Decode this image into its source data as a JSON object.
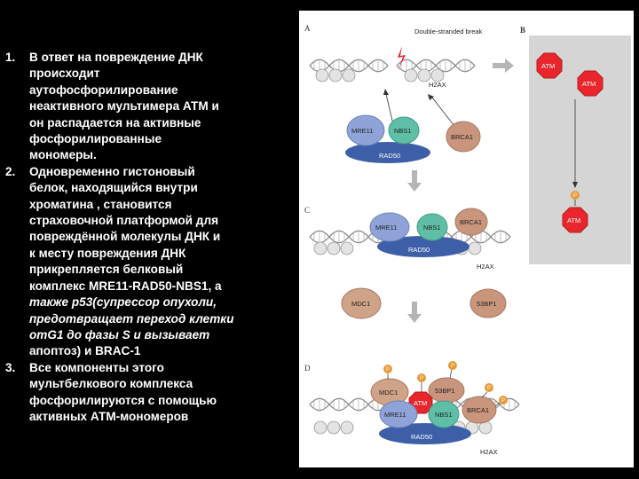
{
  "list": [
    {
      "num": "1.",
      "lines": [
        {
          "text": "В ответ на повреждение ДНК"
        },
        {
          "text": "происходит"
        },
        {
          "text": "аутофосфорилирование"
        },
        {
          "text": "неактивного мультимера АТМ и"
        },
        {
          "text": "он распадается на активные"
        },
        {
          "text": "фосфорилированные"
        },
        {
          "text": "мономеры."
        }
      ]
    },
    {
      "num": "2.",
      "lines": [
        {
          "text": "Одновременно гистоновый"
        },
        {
          "text": "белок, находящийся внутри"
        },
        {
          "text": "хроматина , становится"
        },
        {
          "text": "страховочной платформой для"
        },
        {
          "text": "повреждённой молекулы ДНК и"
        },
        {
          "text": "к месту повреждения ДНК"
        },
        {
          "text": "прикрепляется белковый"
        },
        {
          "text": "комплекс MRE11-RAD50-NBS1, а"
        },
        {
          "text": "также р53(супрессор опухоли,",
          "italic": true
        },
        {
          "text": "предотвращает переход клетки",
          "italic": true
        },
        {
          "text": "отG1 до фазы S и вызывает",
          "italic": true
        },
        {
          "text": "апоптоз) и BRAC-1"
        }
      ]
    },
    {
      "num": "3.",
      "lines": [
        {
          "text": "Все компоненты этого"
        },
        {
          "text": "мультбелкового комплекса"
        },
        {
          "text": "фосфорилируются с помощью"
        },
        {
          "text": "активных АТМ-мономеров"
        }
      ]
    }
  ],
  "figure": {
    "panel_a": "A",
    "panel_b": "B",
    "panel_c": "C",
    "panel_d": "D",
    "dsb_label": "Double-stranded break",
    "h2ax": "H2AX",
    "mre11": "MRE11",
    "nbs1": "NBS1",
    "rad50": "RAD50",
    "brca1": "BRCA1",
    "atm": "ATM",
    "mdc1": "MDC1",
    "bp1": "53BP1",
    "p": "P",
    "colors": {
      "atm": "#e8262b",
      "mre11": "#8fa3d8",
      "nbs1": "#5fbfa6",
      "rad50": "#3d5fa8",
      "brca1": "#c9957c",
      "mdc1": "#cfa387",
      "gray_panel": "#d5d5d5",
      "phospho": "#e89a3a"
    }
  }
}
